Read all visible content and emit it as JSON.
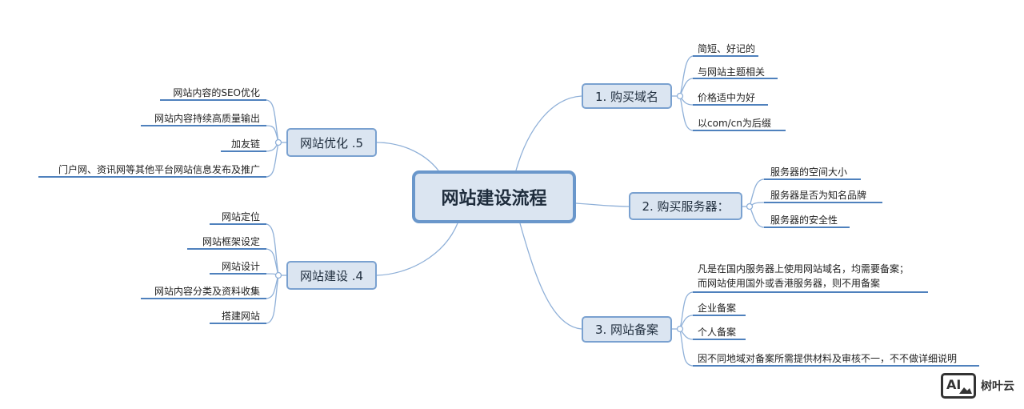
{
  "root": {
    "label": "网站建设流程"
  },
  "colors": {
    "line": "#8fb0d8",
    "underline": "#4f81bd",
    "node_fill": "#dbe5f1",
    "node_border": "#6a97cb"
  },
  "branches": {
    "domain": {
      "label": "1. 购买域名",
      "items": [
        "简短、好记的",
        "与网站主题相关",
        "价格适中为好",
        "以com/cn为后缀"
      ]
    },
    "server": {
      "label": "2. 购买服务器：",
      "items": [
        "服务器的空间大小",
        "服务器是否为知名品牌",
        "服务器的安全性"
      ]
    },
    "record": {
      "label": "3. 网站备案",
      "items": [
        "凡是在国内服务器上使用网站域名，均需要备案；",
        "而网站使用国外或香港服务器，则不用备案",
        "企业备案",
        "个人备案",
        "因不同地域对备案所需提供材料及审核不一，不不做详细说明"
      ]
    },
    "build": {
      "label": "网站建设 .4",
      "items": [
        "网站定位",
        "网站框架设定",
        "网站设计",
        "网站内容分类及资料收集",
        "搭建网站"
      ]
    },
    "optimize": {
      "label": "网站优化 .5",
      "items": [
        "网站内容的SEO优化",
        "网站内容持续高质量输出",
        "加友链",
        "门户网、资讯网等其他平台网站信息发布及推广"
      ]
    }
  },
  "watermark": {
    "logo_text": "AI",
    "label": "树叶云"
  }
}
